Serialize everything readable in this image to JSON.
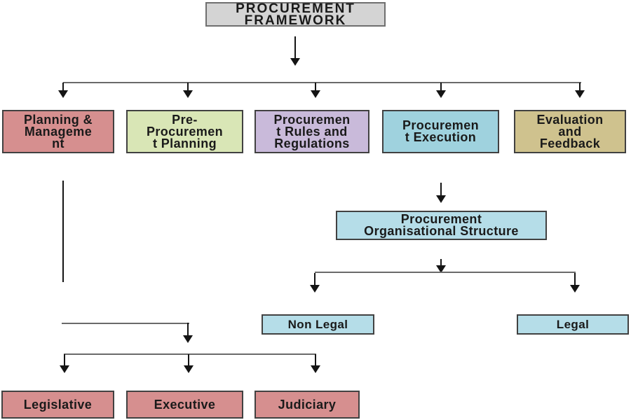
{
  "colors": {
    "gray": "#d4d4d4",
    "pink": "#d68f8f",
    "green": "#d9e6b6",
    "purple": "#c9bada",
    "teal": "#9fd2de",
    "khaki": "#cfc28e",
    "blue": "#b5dde8",
    "border": "#414141",
    "title_border": "#6f6f6f",
    "text": "#1a1a1a",
    "line": "#6a6a6a",
    "arrow": "#141414"
  },
  "nodes": {
    "framework": {
      "label": "PROCUREMENT\nFRAMEWORK",
      "color": "gray"
    },
    "planning_management": {
      "label": "Planning &\nManageme\nnt",
      "color": "pink"
    },
    "pre_procurement_planning": {
      "label": "Pre-\nProcuremen\nt Planning",
      "color": "green"
    },
    "procurement_rules": {
      "label": "Procuremen\nt Rules and\nRegulations",
      "color": "purple"
    },
    "procurement_execution": {
      "label": "Procuremen\nt Execution",
      "color": "teal"
    },
    "evaluation_feedback": {
      "label": "Evaluation\nand\nFeedback",
      "color": "khaki"
    },
    "org_structure": {
      "label": "Procurement\nOrganisational Structure",
      "color": "blue"
    },
    "non_legal": {
      "label": "Non Legal",
      "color": "blue"
    },
    "legal": {
      "label": "Legal",
      "color": "blue"
    },
    "legislative": {
      "label": "Legislative",
      "color": "pink"
    },
    "executive": {
      "label": "Executive",
      "color": "pink"
    },
    "judiciary": {
      "label": "Judiciary",
      "color": "pink"
    }
  }
}
